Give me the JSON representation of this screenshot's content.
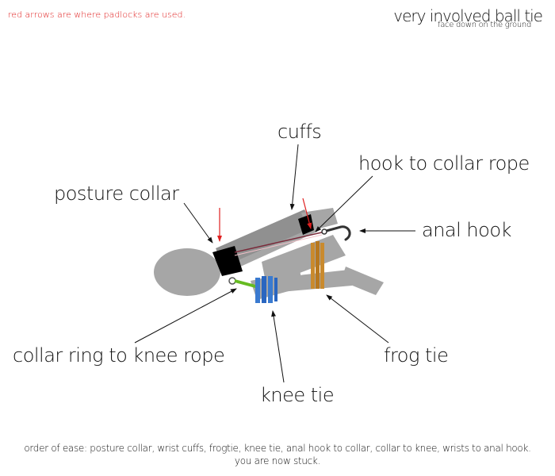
{
  "header": {
    "note": "red arrows are where padlocks are used.",
    "title": "very involved ball tie",
    "subtitle": "face down on the ground"
  },
  "labels": {
    "cuffs": "cuffs",
    "hook_to_collar_rope": "hook to collar rope",
    "posture_collar": "posture collar",
    "anal_hook": "anal hook",
    "collar_ring_to_knee_rope": "collar ring to knee rope",
    "frog_tie": "frog tie",
    "knee_tie": "knee tie"
  },
  "footer": {
    "line1": "order of ease: posture collar, wrist cuffs, frogtie, knee tie, anal hook to collar, collar to knee, wrists to anal hook.",
    "line2": "you are now stuck."
  },
  "colors": {
    "body": "#a6a6a6",
    "collar": "#000000",
    "padlock_arrow": "#e02020",
    "knee_rope": "#3a7ad0",
    "frog_rope": "#c98a2e",
    "green_rope": "#66bb22",
    "hook": "#333333"
  }
}
